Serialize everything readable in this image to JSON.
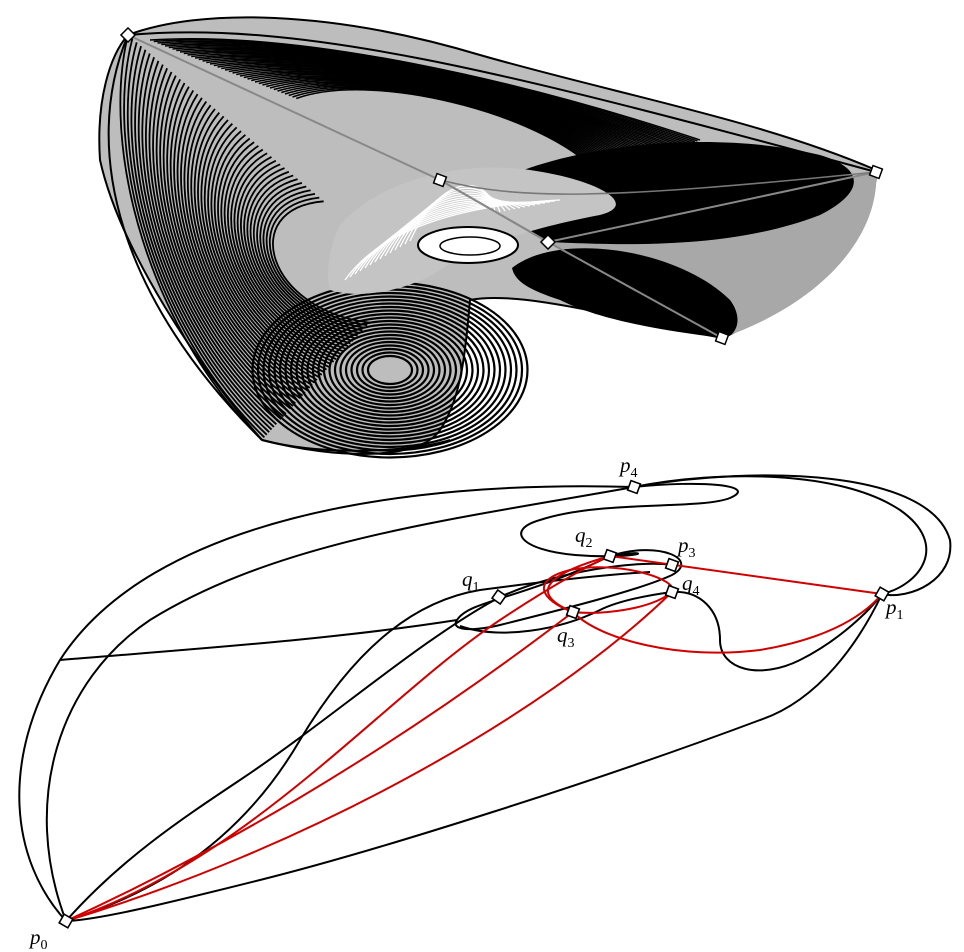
{
  "figure": {
    "surface": {
      "colors": {
        "stroke": "#000000",
        "backface": "#b4b4b4"
      }
    },
    "curves": {
      "colors": {
        "black": "#000000",
        "red": "#d00000"
      },
      "points": [
        {
          "id": "p0",
          "base": "p",
          "sub": "0"
        },
        {
          "id": "p1",
          "base": "p",
          "sub": "1"
        },
        {
          "id": "p3",
          "base": "p",
          "sub": "3"
        },
        {
          "id": "p4",
          "base": "p",
          "sub": "4"
        },
        {
          "id": "q1",
          "base": "q",
          "sub": "1"
        },
        {
          "id": "q2",
          "base": "q",
          "sub": "2"
        },
        {
          "id": "q3",
          "base": "q",
          "sub": "3"
        },
        {
          "id": "q4",
          "base": "q",
          "sub": "4"
        }
      ]
    }
  }
}
